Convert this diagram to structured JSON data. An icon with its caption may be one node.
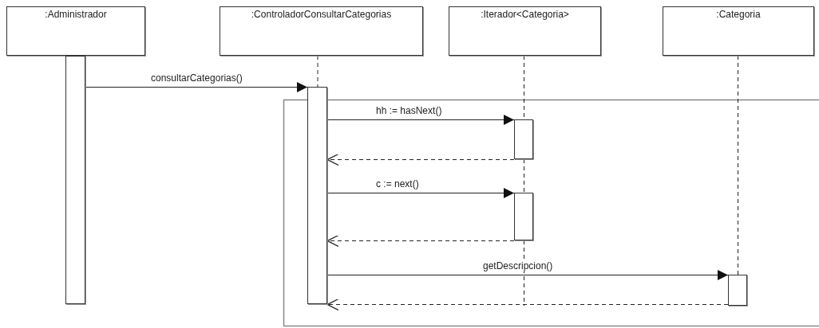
{
  "diagram": {
    "nodes": [
      {
        "text": [
          ":Administrador"
        ]
      },
      {
        "text": [
          ":ControladorConsultarCategorias"
        ]
      },
      {
        "text": [
          ":Iterador<Categoria>"
        ]
      },
      {
        "text": [
          ":Categoria"
        ]
      },
      {
        "text": [],
        "shape": "bar"
      },
      {
        "text": [],
        "shape": "bar"
      },
      {
        "text": [],
        "shape": "bar"
      },
      {
        "text": [],
        "shape": "bar"
      },
      {
        "text": [],
        "shape": "bar"
      }
    ],
    "edges": [
      {
        "from": 4,
        "to": 5,
        "arrow": "to",
        "label": "consultarCategorias()"
      },
      {
        "from": 5,
        "to": 6,
        "arrow": "to",
        "label": "hh := hasNext()"
      },
      {
        "from": 6,
        "to": 5,
        "arrow": "to",
        "style": "dashed"
      },
      {
        "from": 5,
        "to": 7,
        "arrow": "to",
        "label": "c := next()"
      },
      {
        "from": 7,
        "to": 5,
        "arrow": "to",
        "style": "dashed"
      },
      {
        "from": 5,
        "to": 8,
        "arrow": "to",
        "label": "getDescripcion()"
      },
      {
        "from": 8,
        "to": 5,
        "arrow": "to",
        "style": "dashed"
      },
      {
        "from": 1,
        "to": 5,
        "arrow": "none",
        "style": "dashed"
      },
      {
        "from": 2,
        "to": 6,
        "arrow": "none",
        "style": "dashed"
      },
      {
        "from": 6,
        "to": 7,
        "arrow": "none",
        "style": "dashed"
      },
      {
        "from": 7,
        "to": null,
        "arrow": "none",
        "style": "dashed"
      },
      {
        "from": 3,
        "to": 8,
        "arrow": "none",
        "style": "dashed"
      }
    ]
  }
}
